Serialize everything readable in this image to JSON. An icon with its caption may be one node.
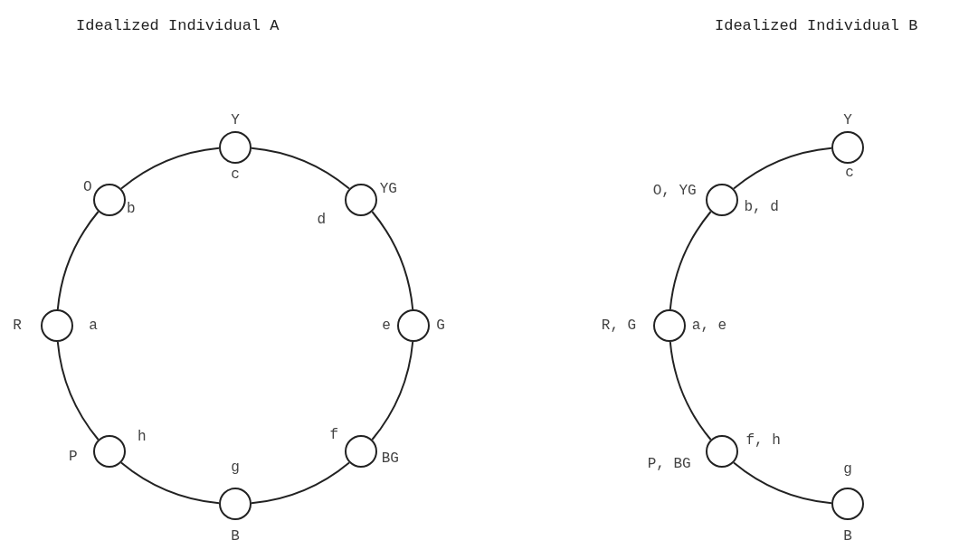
{
  "diagram": {
    "nodes": [
      {
        "text": [],
        "shape": "circle",
        "beside": [
          "Y",
          "c"
        ]
      },
      {
        "text": [],
        "shape": "circle",
        "beside": [
          "O",
          "b"
        ]
      },
      {
        "text": [],
        "shape": "circle",
        "beside": [
          "d",
          "YG"
        ]
      },
      {
        "text": [],
        "shape": "circle",
        "beside": [
          "R",
          "a"
        ]
      },
      {
        "text": [],
        "shape": "circle",
        "beside": [
          "e",
          "G"
        ]
      },
      {
        "text": [],
        "shape": "circle",
        "beside": [
          "P",
          "h"
        ]
      },
      {
        "text": [],
        "shape": "circle",
        "beside": [
          "f",
          "BG"
        ]
      },
      {
        "text": [],
        "shape": "circle",
        "beside": [
          "g",
          "B"
        ]
      },
      {
        "text": [],
        "shape": "circle",
        "beside": [
          "Y",
          "c"
        ]
      },
      {
        "text": [],
        "shape": "circle",
        "beside": [
          "O, YG",
          "b, d"
        ]
      },
      {
        "text": [],
        "shape": "circle",
        "beside": [
          "R, G",
          "a, e"
        ]
      },
      {
        "text": [],
        "shape": "circle",
        "beside": [
          "P, BG",
          "f, h"
        ]
      },
      {
        "text": [],
        "shape": "circle",
        "beside": [
          "g",
          "B"
        ]
      }
    ],
    "edges": [
      {
        "from": 1,
        "to": 0,
        "arrow": "none"
      },
      {
        "from": 0,
        "to": 2,
        "arrow": "none"
      },
      {
        "from": 2,
        "to": 4,
        "arrow": "none"
      },
      {
        "from": 4,
        "to": 6,
        "arrow": "none"
      },
      {
        "from": 6,
        "to": 7,
        "arrow": "none"
      },
      {
        "from": 7,
        "to": 5,
        "arrow": "none"
      },
      {
        "from": 5,
        "to": 3,
        "arrow": "none"
      },
      {
        "from": 3,
        "to": 1,
        "arrow": "none"
      },
      {
        "from": 9,
        "to": 8,
        "arrow": "none"
      },
      {
        "from": 10,
        "to": 9,
        "arrow": "none"
      },
      {
        "from": 11,
        "to": 10,
        "arrow": "none"
      },
      {
        "from": 11,
        "to": 12,
        "arrow": "none"
      }
    ],
    "labels": [
      "Idealized Individual A",
      "Idealized Individual B"
    ]
  }
}
